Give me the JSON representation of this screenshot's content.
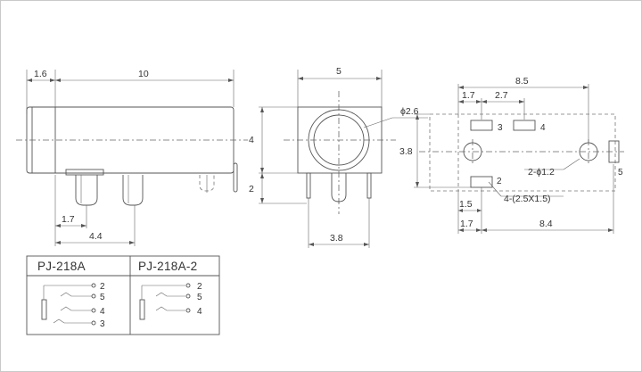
{
  "side_view": {
    "dim_top_left": "1.6",
    "dim_top_main": "10",
    "dim_pin_1": "1.7",
    "dim_pin_2": "4.4"
  },
  "front_view": {
    "dim_width": "5",
    "dim_height": "4",
    "dim_lower": "2",
    "dim_bottom": "3.8",
    "dim_hole": "ϕ2.6"
  },
  "footprint": {
    "dim_top": "8.5",
    "dim_17": "1.7",
    "dim_27": "2.7",
    "dim_height": "3.8",
    "dim_hole": "2-ϕ1.2",
    "dim_pad": "4-(2.5X1.5)",
    "dim_15": "1.5",
    "dim_bottom_17": "1.7",
    "dim_bottom_84": "8.4",
    "pin_3": "3",
    "pin_4": "4",
    "pin_2": "2",
    "pin_5": "5"
  },
  "schematic_table": {
    "col1_title": "PJ-218A",
    "col2_title": "PJ-218A-2",
    "col1_pins": [
      "2",
      "5",
      "4",
      "3"
    ],
    "col2_pins": [
      "2",
      "5",
      "4"
    ]
  }
}
